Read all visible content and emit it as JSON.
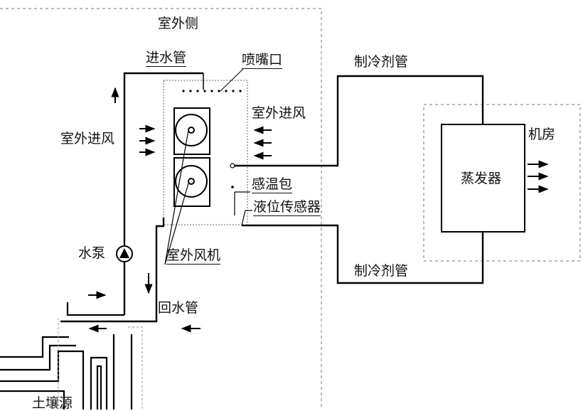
{
  "labels": {
    "outdoor_side": "室外侧",
    "inlet_pipe": "进水管",
    "nozzle": "喷嘴口",
    "refrigerant_pipe_top": "制冷剂管",
    "outdoor_inlet_air_left": "室外进风",
    "outdoor_inlet_air_right": "室外进风",
    "machine_room": "机房",
    "evaporator": "蒸发器",
    "temp_sensor": "感温包",
    "level_sensor": "液位传感器",
    "pump": "水泵",
    "outdoor_fan": "室外风机",
    "refrigerant_pipe_bottom": "制冷剂管",
    "return_pipe": "回水管",
    "soil_source": "土壤源"
  }
}
